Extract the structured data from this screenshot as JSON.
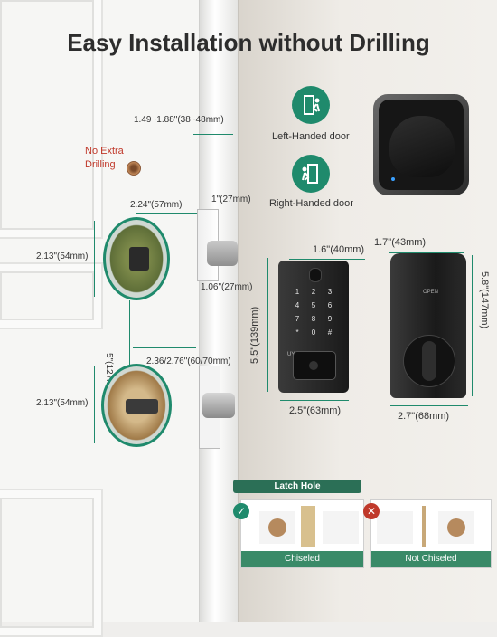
{
  "title": "Easy Installation without Drilling",
  "door_thickness": "1.49~1.88\"(38~48mm)",
  "no_drilling": {
    "line1": "No Extra",
    "line2": "Drilling"
  },
  "handed": {
    "left": "Left-Handed door",
    "right": "Right-Handed door"
  },
  "dims": {
    "hole_depth": "2.24\"(57mm)",
    "faceplate_width": "1\"(27mm)",
    "upper_hole_dia": "2.13\"(54mm)",
    "faceplate_height": "1.06\"(27mm)",
    "hole_spacing": "5\"(127mm)",
    "backset": "2.36/2.76\"(60/70mm)",
    "lower_hole_dia": "2.13\"(54mm)",
    "exterior_depth": "1.6\"(40mm)",
    "exterior_height": "5.5\"(139mm)",
    "exterior_width": "2.5\"(63mm)",
    "interior_depth": "1.7\"(43mm)",
    "interior_height": "5.8\"(147mm)",
    "interior_width": "2.7\"(68mm)"
  },
  "keypad": {
    "keys": [
      "1",
      "2",
      "3",
      "4",
      "5",
      "6",
      "7",
      "8",
      "9",
      "*",
      "0",
      "#"
    ],
    "brand": "UYF"
  },
  "interior_label": "OPEN",
  "latch": {
    "title": "Latch Hole",
    "chiseled": "Chiseled",
    "not_chiseled": "Not Chiseled"
  },
  "colors": {
    "accent": "#1f8a6c",
    "lock_body": "#2a2a2a",
    "bad": "#c0392b"
  }
}
